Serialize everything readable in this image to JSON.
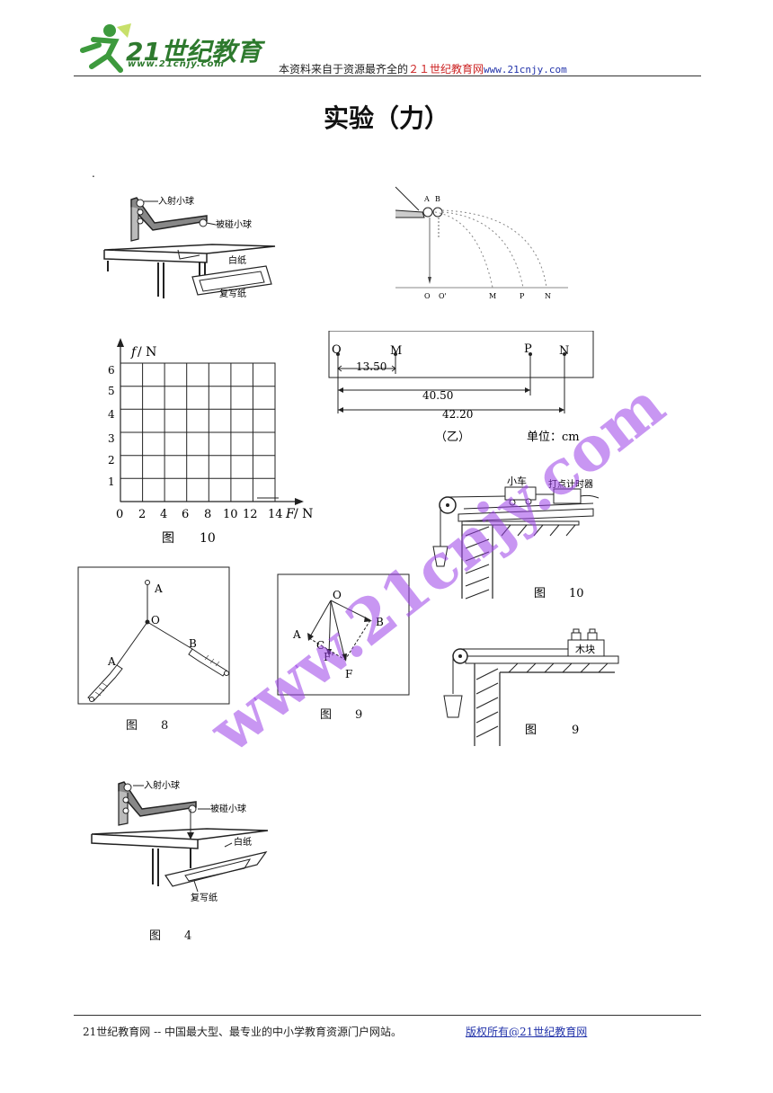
{
  "header": {
    "logo_text": "21世纪教育",
    "logo_url": "www.21cnjy.com",
    "note_prefix": "本资料来自于资源最齐全的",
    "note_brand": "２１世纪教育网",
    "note_url": "www.21cnjy.com"
  },
  "title": "实验（力）",
  "fig_collision_top": {
    "label_incident": "入射小球",
    "label_target": "被碰小球",
    "label_white": "白纸",
    "label_carbon": "复写纸",
    "dot": "."
  },
  "fig_trajectory": {
    "label_A": "A",
    "label_B": "B",
    "ticks": [
      "O",
      "O'",
      "M",
      "P",
      "N"
    ]
  },
  "fig_graph": {
    "ylabel_italic": "f",
    "ylabel_unit": " / N",
    "xlabel_italic": "F",
    "xlabel_unit": " / N",
    "yticks": [
      "6",
      "5",
      "4",
      "3",
      "2",
      "1"
    ],
    "xticks": [
      "0",
      "2",
      "4",
      "6",
      "8",
      "10",
      "12",
      "14"
    ],
    "caption": "图　　10"
  },
  "fig_tape": {
    "points": [
      "O",
      "M",
      "P",
      "N"
    ],
    "dims": [
      "13.50",
      "40.50",
      "42.20"
    ],
    "caption": "（乙）",
    "unit": "单位：cm"
  },
  "fig_cart": {
    "cart_label": "小车",
    "timer_label": "打点计时器",
    "caption": "图　　10"
  },
  "fig_forces8": {
    "labels": [
      "A",
      "O",
      "A",
      "B"
    ],
    "caption": "图　　8"
  },
  "fig_forces9": {
    "labels": [
      "O",
      "A",
      "C",
      "B",
      "F'",
      "F"
    ],
    "caption": "图　　9"
  },
  "fig_block": {
    "block_label": "木块",
    "caption": "图　　　9"
  },
  "fig_collision_bottom": {
    "label_incident": "入射小球",
    "label_target": "被碰小球",
    "label_white": "白纸",
    "label_carbon": "复写纸",
    "caption": "图　　4"
  },
  "watermark": "www.21cnjy.com",
  "footer": {
    "left": "21世纪教育网 -- 中国最大型、最专业的中小学教育资源门户网站。",
    "link": "版权所有@21世纪教育网"
  }
}
